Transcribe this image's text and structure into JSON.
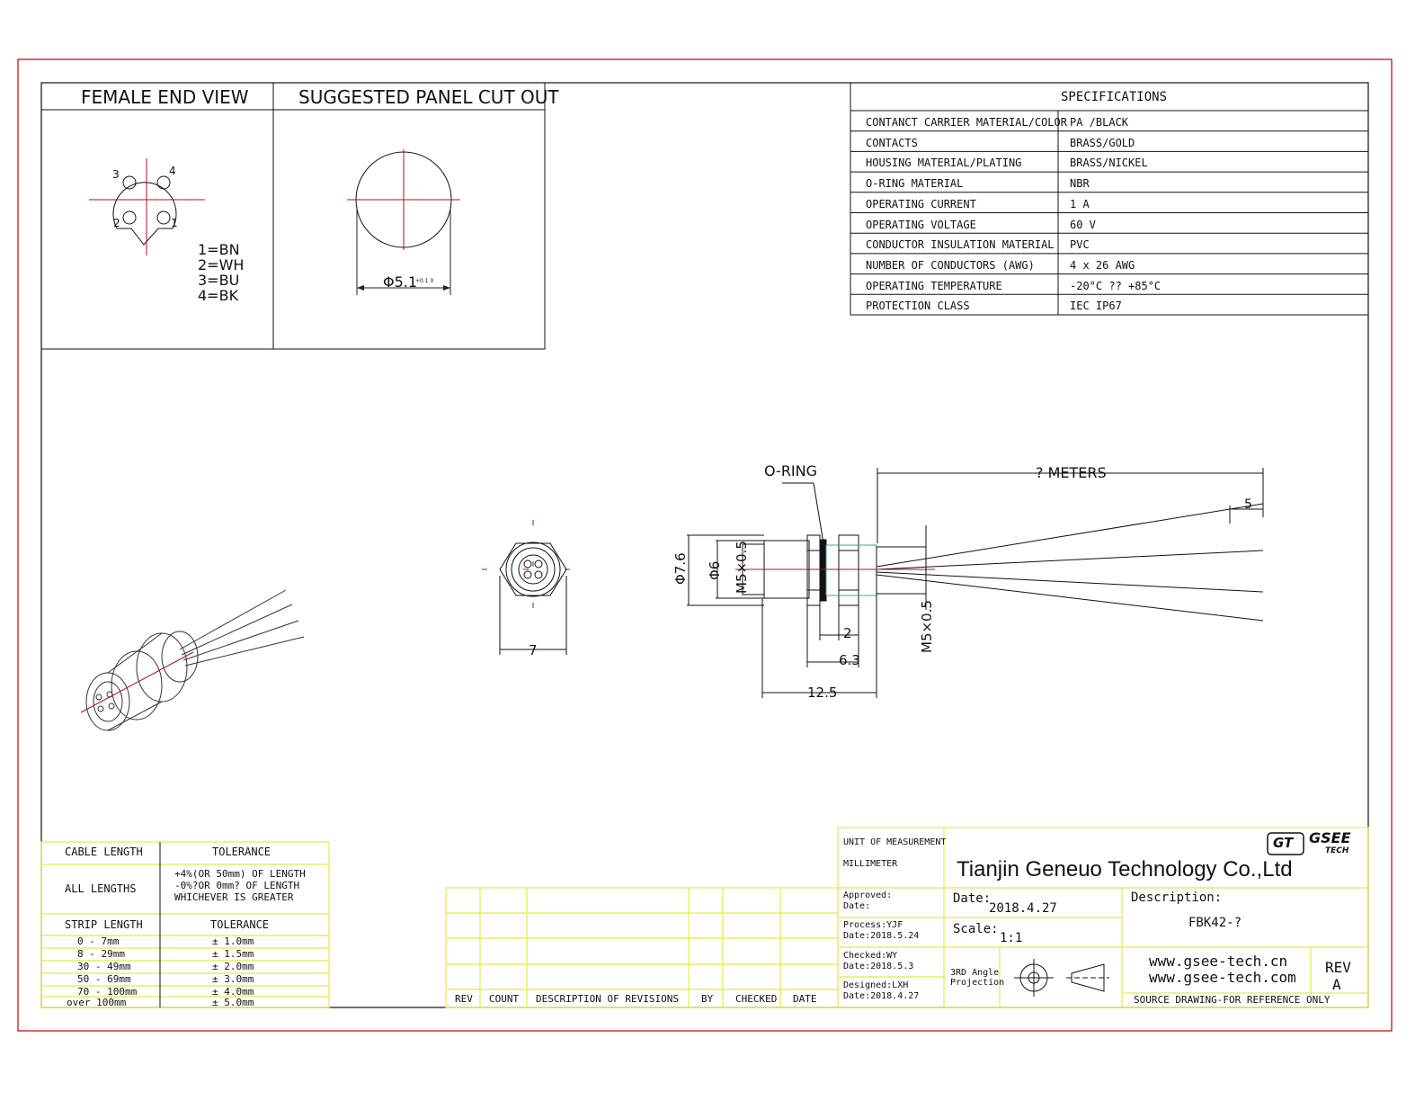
{
  "views": {
    "female_end_view": {
      "title": "FEMALE END VIEW",
      "pin_numbers": [
        "1",
        "2",
        "3",
        "4"
      ],
      "pin_colors": [
        "1=BN",
        "2=WH",
        "3=BU",
        "4=BK"
      ]
    },
    "panel_cut_out": {
      "title": "SUGGESTED PANEL CUT OUT",
      "diameter_label": "Φ5.1",
      "diameter_tolerance": "+0.1 0"
    }
  },
  "specifications": {
    "title": "SPECIFICATIONS",
    "rows": [
      {
        "label": "CONTANCT CARRIER MATERIAL/COLOR",
        "value": "PA /BLACK"
      },
      {
        "label": "CONTACTS",
        "value": "BRASS/GOLD"
      },
      {
        "label": "HOUSING MATERIAL/PLATING",
        "value": "BRASS/NICKEL"
      },
      {
        "label": "O-RING  MATERIAL",
        "value": "NBR"
      },
      {
        "label": "OPERATING CURRENT",
        "value": "1 A"
      },
      {
        "label": "OPERATING VOLTAGE",
        "value": "60 V"
      },
      {
        "label": "CONDUCTOR INSULATION MATERIAL",
        "value": "PVC"
      },
      {
        "label": "NUMBER OF CONDUCTORS (AWG)",
        "value": "4 x 26 AWG"
      },
      {
        "label": "OPERATING TEMPERATURE",
        "value": "-20°C ?? +85°C"
      },
      {
        "label": "PROTECTION CLASS",
        "value": "IEC  IP67"
      }
    ]
  },
  "drawing": {
    "o_ring": "O-RING",
    "cable_length": "? METERS",
    "strip_len": "5",
    "dia_76": "Φ7.6",
    "dia_6": "Φ6",
    "thread_inner": "M5×0.5",
    "thread_outer": "M5×0.5",
    "dim_2": "2",
    "dim_63": "6.3",
    "dim_125": "12.5",
    "dim_7": "7"
  },
  "cable_table": {
    "h1": "CABLE LENGTH",
    "h2": "TOLERANCE",
    "all_lengths": "ALL LENGTHS",
    "tolerance_lines": [
      "+4%(OR 50mm) OF LENGTH",
      "-0%?OR 0mm? OF LENGTH",
      "WHICHEVER  IS  GREATER"
    ],
    "strip_header": "STRIP LENGTH",
    "strip_tol_header": "TOLERANCE",
    "strip_rows": [
      {
        "len": "0 - 7mm",
        "tol": "± 1.0mm"
      },
      {
        "len": "8 - 29mm",
        "tol": "± 1.5mm"
      },
      {
        "len": "30 - 49mm",
        "tol": "± 2.0mm"
      },
      {
        "len": "50 - 69mm",
        "tol": "± 3.0mm"
      },
      {
        "len": "70 - 100mm",
        "tol": "± 4.0mm"
      },
      {
        "len": "over 100mm",
        "tol": "± 5.0mm"
      }
    ]
  },
  "revisions": {
    "headers": [
      "REV",
      "COUNT",
      "DESCRIPTION  OF  REVISIONS",
      "BY",
      "CHECKED",
      "DATE"
    ]
  },
  "title_block": {
    "unit_label": "UNIT OF MEASUREMENT",
    "unit_value": "MILLIMETER",
    "company": "Tianjin Geneuo Technology Co.,Ltd",
    "logo_mark": "GT",
    "logo_name": "GSEE",
    "logo_sub": "TECH",
    "approved": "Approved:",
    "approved_date": "Date:",
    "process": "Process:YJF",
    "process_date": "Date:2018.5.24",
    "checked": "Checked:WY",
    "checked_date": "Date:2018.5.3",
    "designed": "Designed:LXH",
    "designed_date": "Date:2018.4.27",
    "date_label": "Date:",
    "date_value": "2018.4.27",
    "scale_label": "Scale:",
    "scale_value": "1:1",
    "description_label": "Description:",
    "description_value": "FBK42-?",
    "projection": [
      "3RD Angle",
      "Projection"
    ],
    "web1": "www.gsee-tech.cn",
    "web2": "www.gsee-tech.com",
    "rev_label": "REV",
    "rev_value": "A",
    "source_note": "SOURCE DRAWING-FOR REFERENCE ONLY"
  },
  "colors": {
    "frame": "#c00000",
    "table_yellow": "#e8e84a",
    "line": "#111111",
    "centerline": "#b01010",
    "dimension": "#222222"
  }
}
